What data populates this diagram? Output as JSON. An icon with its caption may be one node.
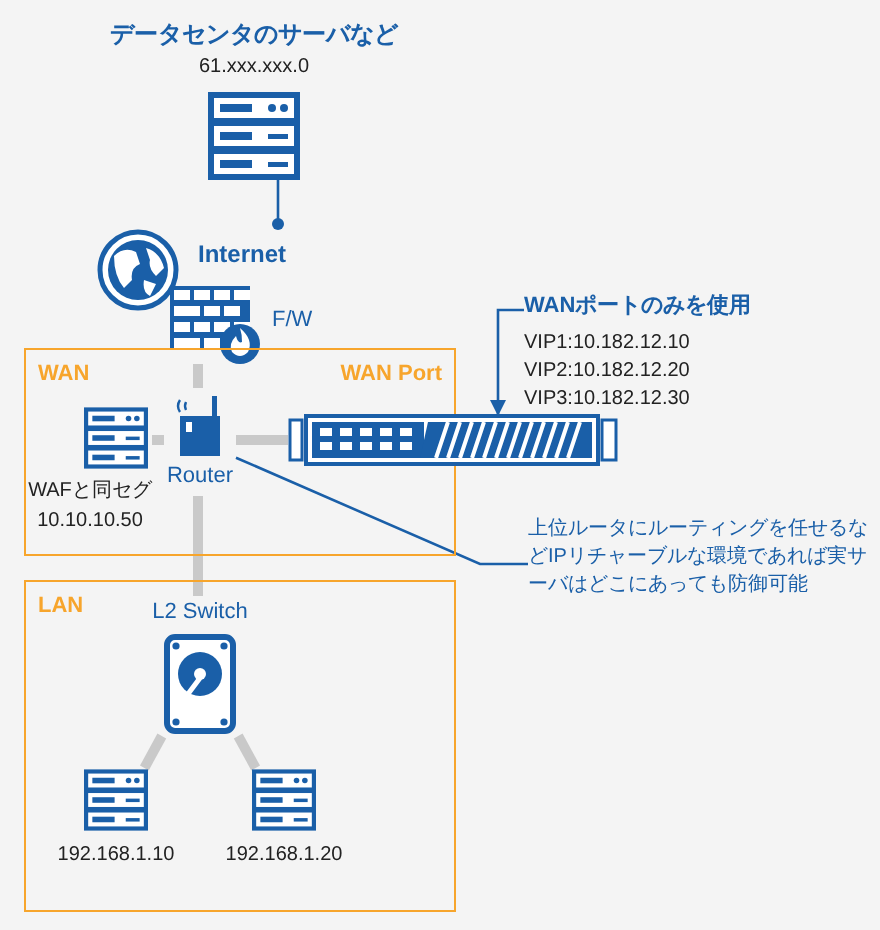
{
  "diagram": {
    "nodes": [
      {
        "text": [
          "データセンタのサーバなど",
          "61.xxx.xxx.0"
        ]
      },
      {
        "text": [
          "Internet"
        ]
      },
      {
        "text": [
          "F/W"
        ]
      },
      {
        "text": [
          "WAN",
          "WAN Port"
        ]
      },
      {
        "text": [
          "WAFと同セグ",
          "10.10.10.50"
        ],
        "in": 3
      },
      {
        "text": [
          "Router"
        ],
        "in": 3
      },
      {
        "text": [],
        "shape": "picture"
      },
      {
        "text": [
          "WANポートのみを使用",
          "VIP1:10.182.12.10",
          "VIP2:10.182.12.20",
          "VIP3:10.182.12.30"
        ]
      },
      {
        "text": [
          "上位ルータにルーティングを任せるなどIPリチャーブルな環境であれば実サーバはどこにあっても防御可能"
        ]
      },
      {
        "text": [
          "LAN"
        ]
      },
      {
        "text": [
          "L2 Switch"
        ],
        "in": 9
      },
      {
        "text": [
          "192.168.1.10"
        ],
        "in": 9
      },
      {
        "text": [
          "192.168.1.20"
        ],
        "in": 9
      }
    ],
    "edges": [
      {
        "from": 0,
        "to": 1,
        "arrow": "other",
        "color": "#1a5fa8"
      },
      {
        "from": 2,
        "to": 5,
        "arrow": "none"
      },
      {
        "from": 4,
        "to": 5,
        "arrow": "none"
      },
      {
        "from": 5,
        "to": 6,
        "arrow": "none"
      },
      {
        "from": 7,
        "to": 6,
        "arrow": "to",
        "color": "#1a5fa8"
      },
      {
        "from": 8,
        "to": 5,
        "arrow": "none",
        "color": "#1a5fa8"
      },
      {
        "from": 5,
        "to": 10,
        "arrow": "none"
      },
      {
        "from": 10,
        "to": 11,
        "arrow": "none"
      },
      {
        "from": 10,
        "to": 12,
        "arrow": "none"
      }
    ]
  }
}
